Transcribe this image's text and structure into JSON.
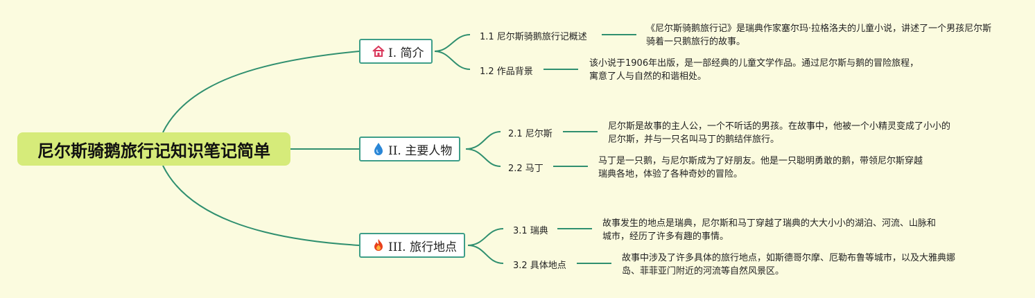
{
  "root": {
    "title": "尼尔斯骑鹅旅行记知识笔记简单"
  },
  "branches": [
    {
      "label": "I. 简介",
      "icon": "house-icon",
      "children": [
        {
          "label": "1.1 尼尔斯骑鹅旅行记概述",
          "desc": "《尼尔斯骑鹅旅行记》是瑞典作家塞尔玛·拉格洛夫的儿童小说，讲述了一个男孩尼尔斯骑着一只鹅旅行的故事。"
        },
        {
          "label": "1.2 作品背景",
          "desc": "该小说于1906年出版，是一部经典的儿童文学作品。通过尼尔斯与鹅的冒险旅程，寓意了人与自然的和谐相处。"
        }
      ]
    },
    {
      "label": "II. 主要人物",
      "icon": "water-drop-icon",
      "children": [
        {
          "label": "2.1 尼尔斯",
          "desc": "尼尔斯是故事的主人公，一个不听话的男孩。在故事中，他被一个小精灵变成了小小的尼尔斯，并与一只名叫马丁的鹅结伴旅行。"
        },
        {
          "label": "2.2 马丁",
          "desc": "马丁是一只鹅，与尼尔斯成为了好朋友。他是一只聪明勇敢的鹅，带领尼尔斯穿越瑞典各地，体验了各种奇妙的冒险。"
        }
      ]
    },
    {
      "label": "III. 旅行地点",
      "icon": "fire-icon",
      "children": [
        {
          "label": "3.1 瑞典",
          "desc": "故事发生的地点是瑞典，尼尔斯和马丁穿越了瑞典的大大小小的湖泊、河流、山脉和城市，经历了许多有趣的事情。"
        },
        {
          "label": "3.2 具体地点",
          "desc": "故事中涉及了许多具体的旅行地点，如斯德哥尔摩、厄勒布鲁等城市，以及大雅典娜岛、菲菲亚门附近的河流等自然风景区。"
        }
      ]
    }
  ],
  "colors": {
    "line": "#2f8f6f",
    "root_bg": "#d6eb7a",
    "branch_border": "#3e9e88",
    "background": "#fbfbdf"
  }
}
